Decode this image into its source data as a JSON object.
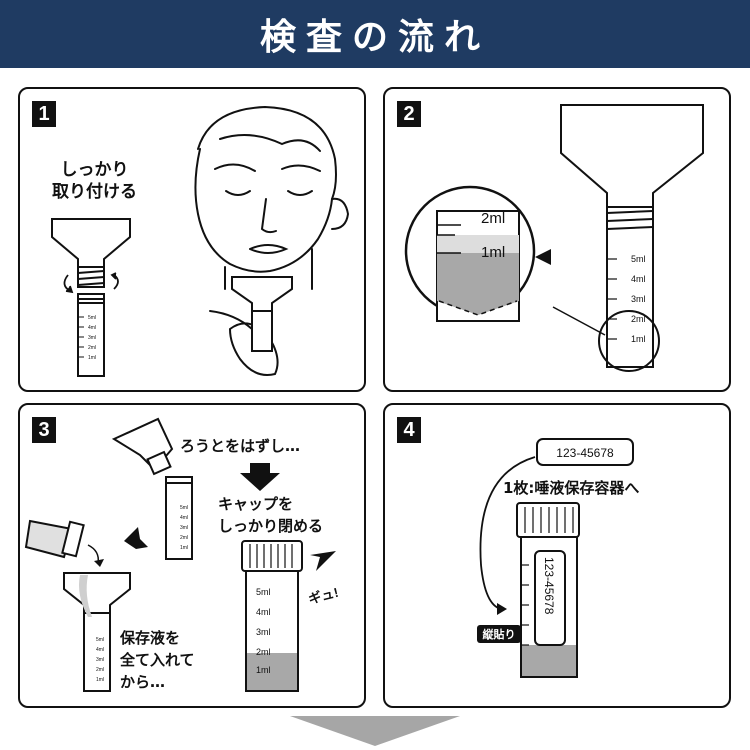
{
  "header": {
    "title": "検査の流れ",
    "color": "#1f3b62"
  },
  "steps": [
    {
      "number": "1",
      "caption": "しっかり\n取り付ける"
    },
    {
      "number": "2",
      "zoom_labels": [
        "2ml",
        "1ml"
      ]
    },
    {
      "number": "3",
      "caption_remove": "ろうとをはずし…",
      "caption_cap": "キャップを\nしっかり閉める",
      "caption_pour": "保存液を\n全て入れて\nから…",
      "squeeze": "ギュ!"
    },
    {
      "number": "4",
      "label_code": "123-45678",
      "caption_sticker": "1枚:唾液保存容器へ",
      "badge_vertical": "縦貼り"
    }
  ],
  "scale_labels": [
    "5ml",
    "4ml",
    "3ml",
    "2ml",
    "1ml"
  ]
}
